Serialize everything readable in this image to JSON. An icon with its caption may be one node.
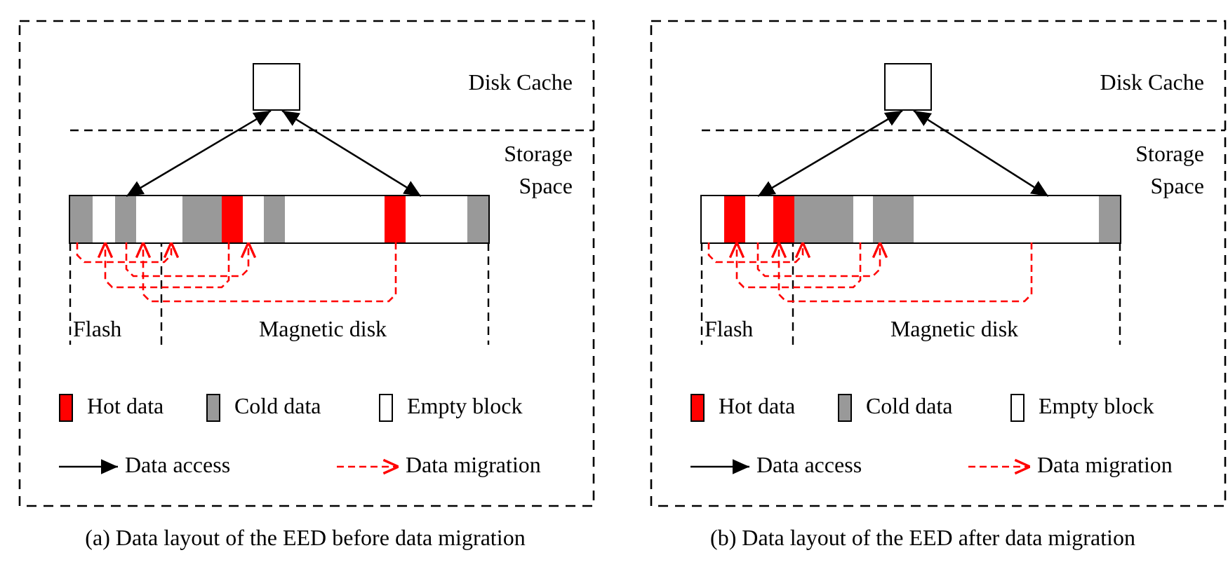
{
  "diagram": {
    "nodes": [
      {
        "text": [],
        "shape": "box"
      },
      {
        "text": [],
        "shape": "bar"
      },
      {
        "text": [],
        "shape": "box",
        "in": 1
      },
      {
        "text": [],
        "shape": "box",
        "in": 1
      },
      {
        "text": [],
        "shape": "box",
        "in": 1
      },
      {
        "text": [],
        "shape": "box",
        "in": 1
      },
      {
        "text": [],
        "shape": "box",
        "in": 1
      },
      {
        "text": [],
        "shape": "box",
        "in": 1
      },
      {
        "text": [],
        "shape": "box",
        "in": 1
      },
      {
        "text": [],
        "shape": "box"
      },
      {
        "text": [],
        "shape": "bar"
      },
      {
        "text": [],
        "shape": "box",
        "in": 10
      },
      {
        "text": [],
        "shape": "box",
        "in": 10
      },
      {
        "text": [],
        "shape": "box",
        "in": 10
      },
      {
        "text": [],
        "shape": "box",
        "in": 10
      },
      {
        "text": [],
        "shape": "box",
        "in": 10
      }
    ],
    "edges": [
      {
        "from": 0,
        "to": 1,
        "arrow": "both",
        "color": "#000000"
      },
      {
        "from": 0,
        "to": 1,
        "arrow": "both",
        "color": "#000000"
      },
      {
        "from": 2,
        "to": 1,
        "arrow": "to",
        "style": "dashed",
        "color": "#ff0000"
      },
      {
        "from": 3,
        "to": 1,
        "arrow": "to",
        "style": "dashed",
        "color": "#ff0000"
      },
      {
        "from": 5,
        "to": 1,
        "arrow": "to",
        "style": "dashed",
        "color": "#ff0000"
      },
      {
        "from": 7,
        "to": 1,
        "arrow": "to",
        "style": "dashed",
        "color": "#ff0000"
      },
      {
        "from": 9,
        "to": 10,
        "arrow": "both",
        "color": "#000000"
      },
      {
        "from": 9,
        "to": 10,
        "arrow": "both",
        "color": "#000000"
      },
      {
        "from": 10,
        "to": 13,
        "arrow": "to",
        "style": "dashed",
        "color": "#ff0000"
      },
      {
        "from": 10,
        "to": 14,
        "arrow": "to",
        "style": "dashed",
        "color": "#ff0000"
      },
      {
        "from": 10,
        "to": 11,
        "arrow": "to",
        "style": "dashed",
        "color": "#ff0000"
      },
      {
        "from": 10,
        "to": 12,
        "arrow": "to",
        "style": "dashed",
        "color": "#ff0000"
      }
    ],
    "labels": [
      "Disk Cache",
      "Storage Space",
      "Flash",
      "Magnetic disk",
      "Disk Cache",
      "Storage Space",
      "Flash",
      "Magnetic disk",
      "(a) Data layout of the EED before data migration",
      "(b) Data layout of the EED after data migration"
    ],
    "legend": [
      {
        "text": "Hot data",
        "color": "#ff0000"
      },
      {
        "text": "Cold data",
        "color": "#999999"
      },
      {
        "text": "Empty block",
        "color": "#ffffff"
      },
      {
        "text": "Data access"
      },
      {
        "text": "Data migration"
      },
      {
        "text": "Hot data",
        "color": "#ff0000"
      },
      {
        "text": "Cold data",
        "color": "#999999"
      },
      {
        "text": "Empty block",
        "color": "#ffffff"
      },
      {
        "text": "Data access"
      },
      {
        "text": "Data migration"
      }
    ]
  }
}
